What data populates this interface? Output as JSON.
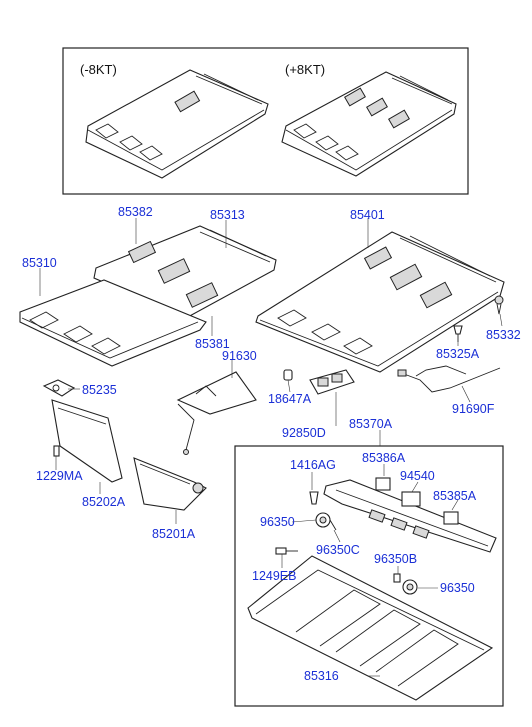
{
  "variants": {
    "minus": "(-8KT)",
    "plus": "(+8KT)"
  },
  "labels": {
    "p85382": "85382",
    "p85313": "85313",
    "p85401": "85401",
    "p85310": "85310",
    "p85381": "85381",
    "p91630": "91630",
    "p85332": "85332",
    "p85325A": "85325A",
    "p85235": "85235",
    "p18647A": "18647A",
    "p91690F": "91690F",
    "p92850D": "92850D",
    "p85370A": "85370A",
    "p1229MA": "1229MA",
    "p1416AG": "1416AG",
    "p85386A": "85386A",
    "p94540": "94540",
    "p85202A": "85202A",
    "p85385A": "85385A",
    "p96350a": "96350",
    "p96350C": "96350C",
    "p85201A": "85201A",
    "p96350B": "96350B",
    "p1249EB": "1249EB",
    "p96350b": "96350",
    "p85316": "85316"
  }
}
